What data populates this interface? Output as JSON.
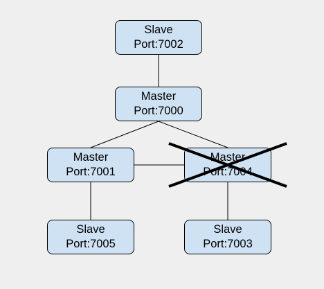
{
  "colors": {
    "background": "#efefef",
    "node_fill": "#cfe2f3",
    "node_border": "#000000",
    "edge": "#000000",
    "cross_mark": "#000000"
  },
  "nodes": [
    {
      "id": "slave-7002",
      "role": "Slave",
      "port": "Port:7002"
    },
    {
      "id": "master-7000",
      "role": "Master",
      "port": "Port:7000"
    },
    {
      "id": "master-7001",
      "role": "Master",
      "port": "Port:7001"
    },
    {
      "id": "master-7004",
      "role": "Master",
      "port": "Port:7004",
      "failed": true
    },
    {
      "id": "slave-7005",
      "role": "Slave",
      "port": "Port:7005"
    },
    {
      "id": "slave-7003",
      "role": "Slave",
      "port": "Port:7003"
    }
  ],
  "edges": [
    {
      "from": "slave-7002",
      "to": "master-7000"
    },
    {
      "from": "master-7000",
      "to": "master-7001"
    },
    {
      "from": "master-7000",
      "to": "master-7004"
    },
    {
      "from": "master-7001",
      "to": "master-7004"
    },
    {
      "from": "master-7001",
      "to": "slave-7005"
    },
    {
      "from": "master-7004",
      "to": "slave-7003"
    }
  ]
}
